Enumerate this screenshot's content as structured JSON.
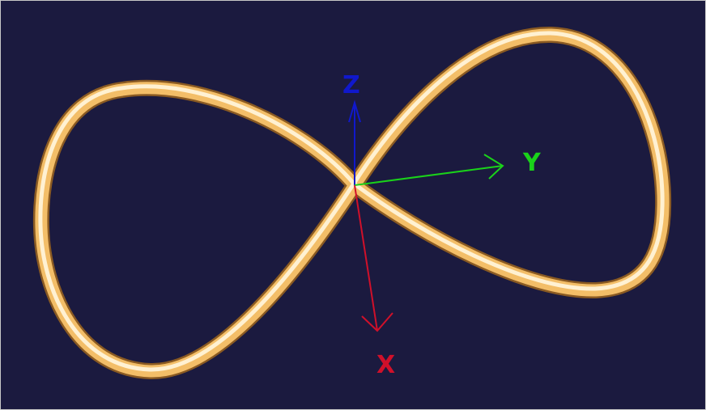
{
  "scene": {
    "background_color": "#1b1a3f",
    "tube_color": "#f6c46a",
    "curve_shape": "figure-eight"
  },
  "axes": {
    "x": {
      "label": "X",
      "color": "#d0102a"
    },
    "y": {
      "label": "Y",
      "color": "#1ad21a"
    },
    "z": {
      "label": "Z",
      "color": "#1018cc"
    }
  }
}
